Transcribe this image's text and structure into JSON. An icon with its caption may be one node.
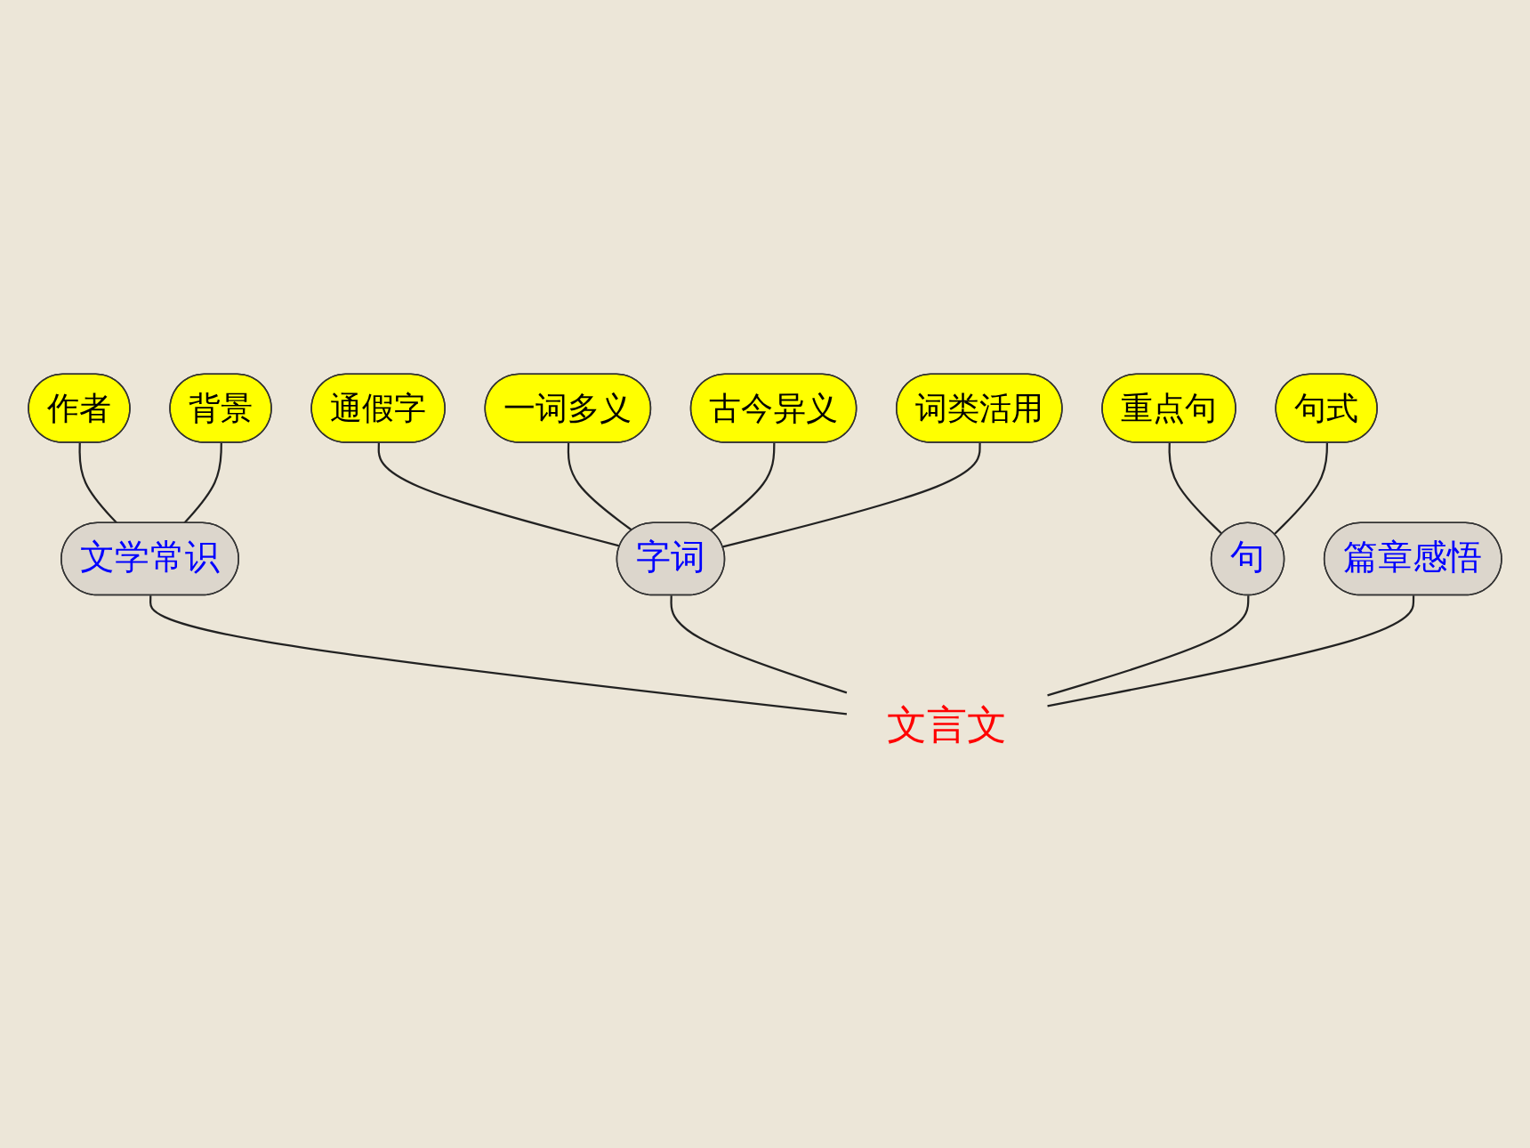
{
  "diagram": {
    "nodes": [
      {
        "text": [
          "文言文"
        ]
      },
      {
        "text": [
          "文学常识"
        ]
      },
      {
        "text": [
          "字词"
        ]
      },
      {
        "text": [
          "句"
        ]
      },
      {
        "text": [
          "篇章感悟"
        ]
      },
      {
        "text": [
          "作者"
        ]
      },
      {
        "text": [
          "背景"
        ]
      },
      {
        "text": [
          "通假字"
        ]
      },
      {
        "text": [
          "一词多义"
        ]
      },
      {
        "text": [
          "古今异义"
        ]
      },
      {
        "text": [
          "词类活用"
        ]
      },
      {
        "text": [
          "重点句"
        ]
      },
      {
        "text": [
          "句式"
        ]
      }
    ],
    "edges": [
      {
        "from": 0,
        "to": 1,
        "arrow": "none"
      },
      {
        "from": 0,
        "to": 2,
        "arrow": "none"
      },
      {
        "from": 0,
        "to": 3,
        "arrow": "none"
      },
      {
        "from": 0,
        "to": 4,
        "arrow": "none"
      },
      {
        "from": 1,
        "to": 5,
        "arrow": "none"
      },
      {
        "from": 1,
        "to": 6,
        "arrow": "none"
      },
      {
        "from": 2,
        "to": 7,
        "arrow": "none"
      },
      {
        "from": 2,
        "to": 8,
        "arrow": "none"
      },
      {
        "from": 2,
        "to": 9,
        "arrow": "none"
      },
      {
        "from": 2,
        "to": 10,
        "arrow": "none"
      },
      {
        "from": 3,
        "to": 11,
        "arrow": "none"
      },
      {
        "from": 3,
        "to": 12,
        "arrow": "none"
      }
    ]
  }
}
